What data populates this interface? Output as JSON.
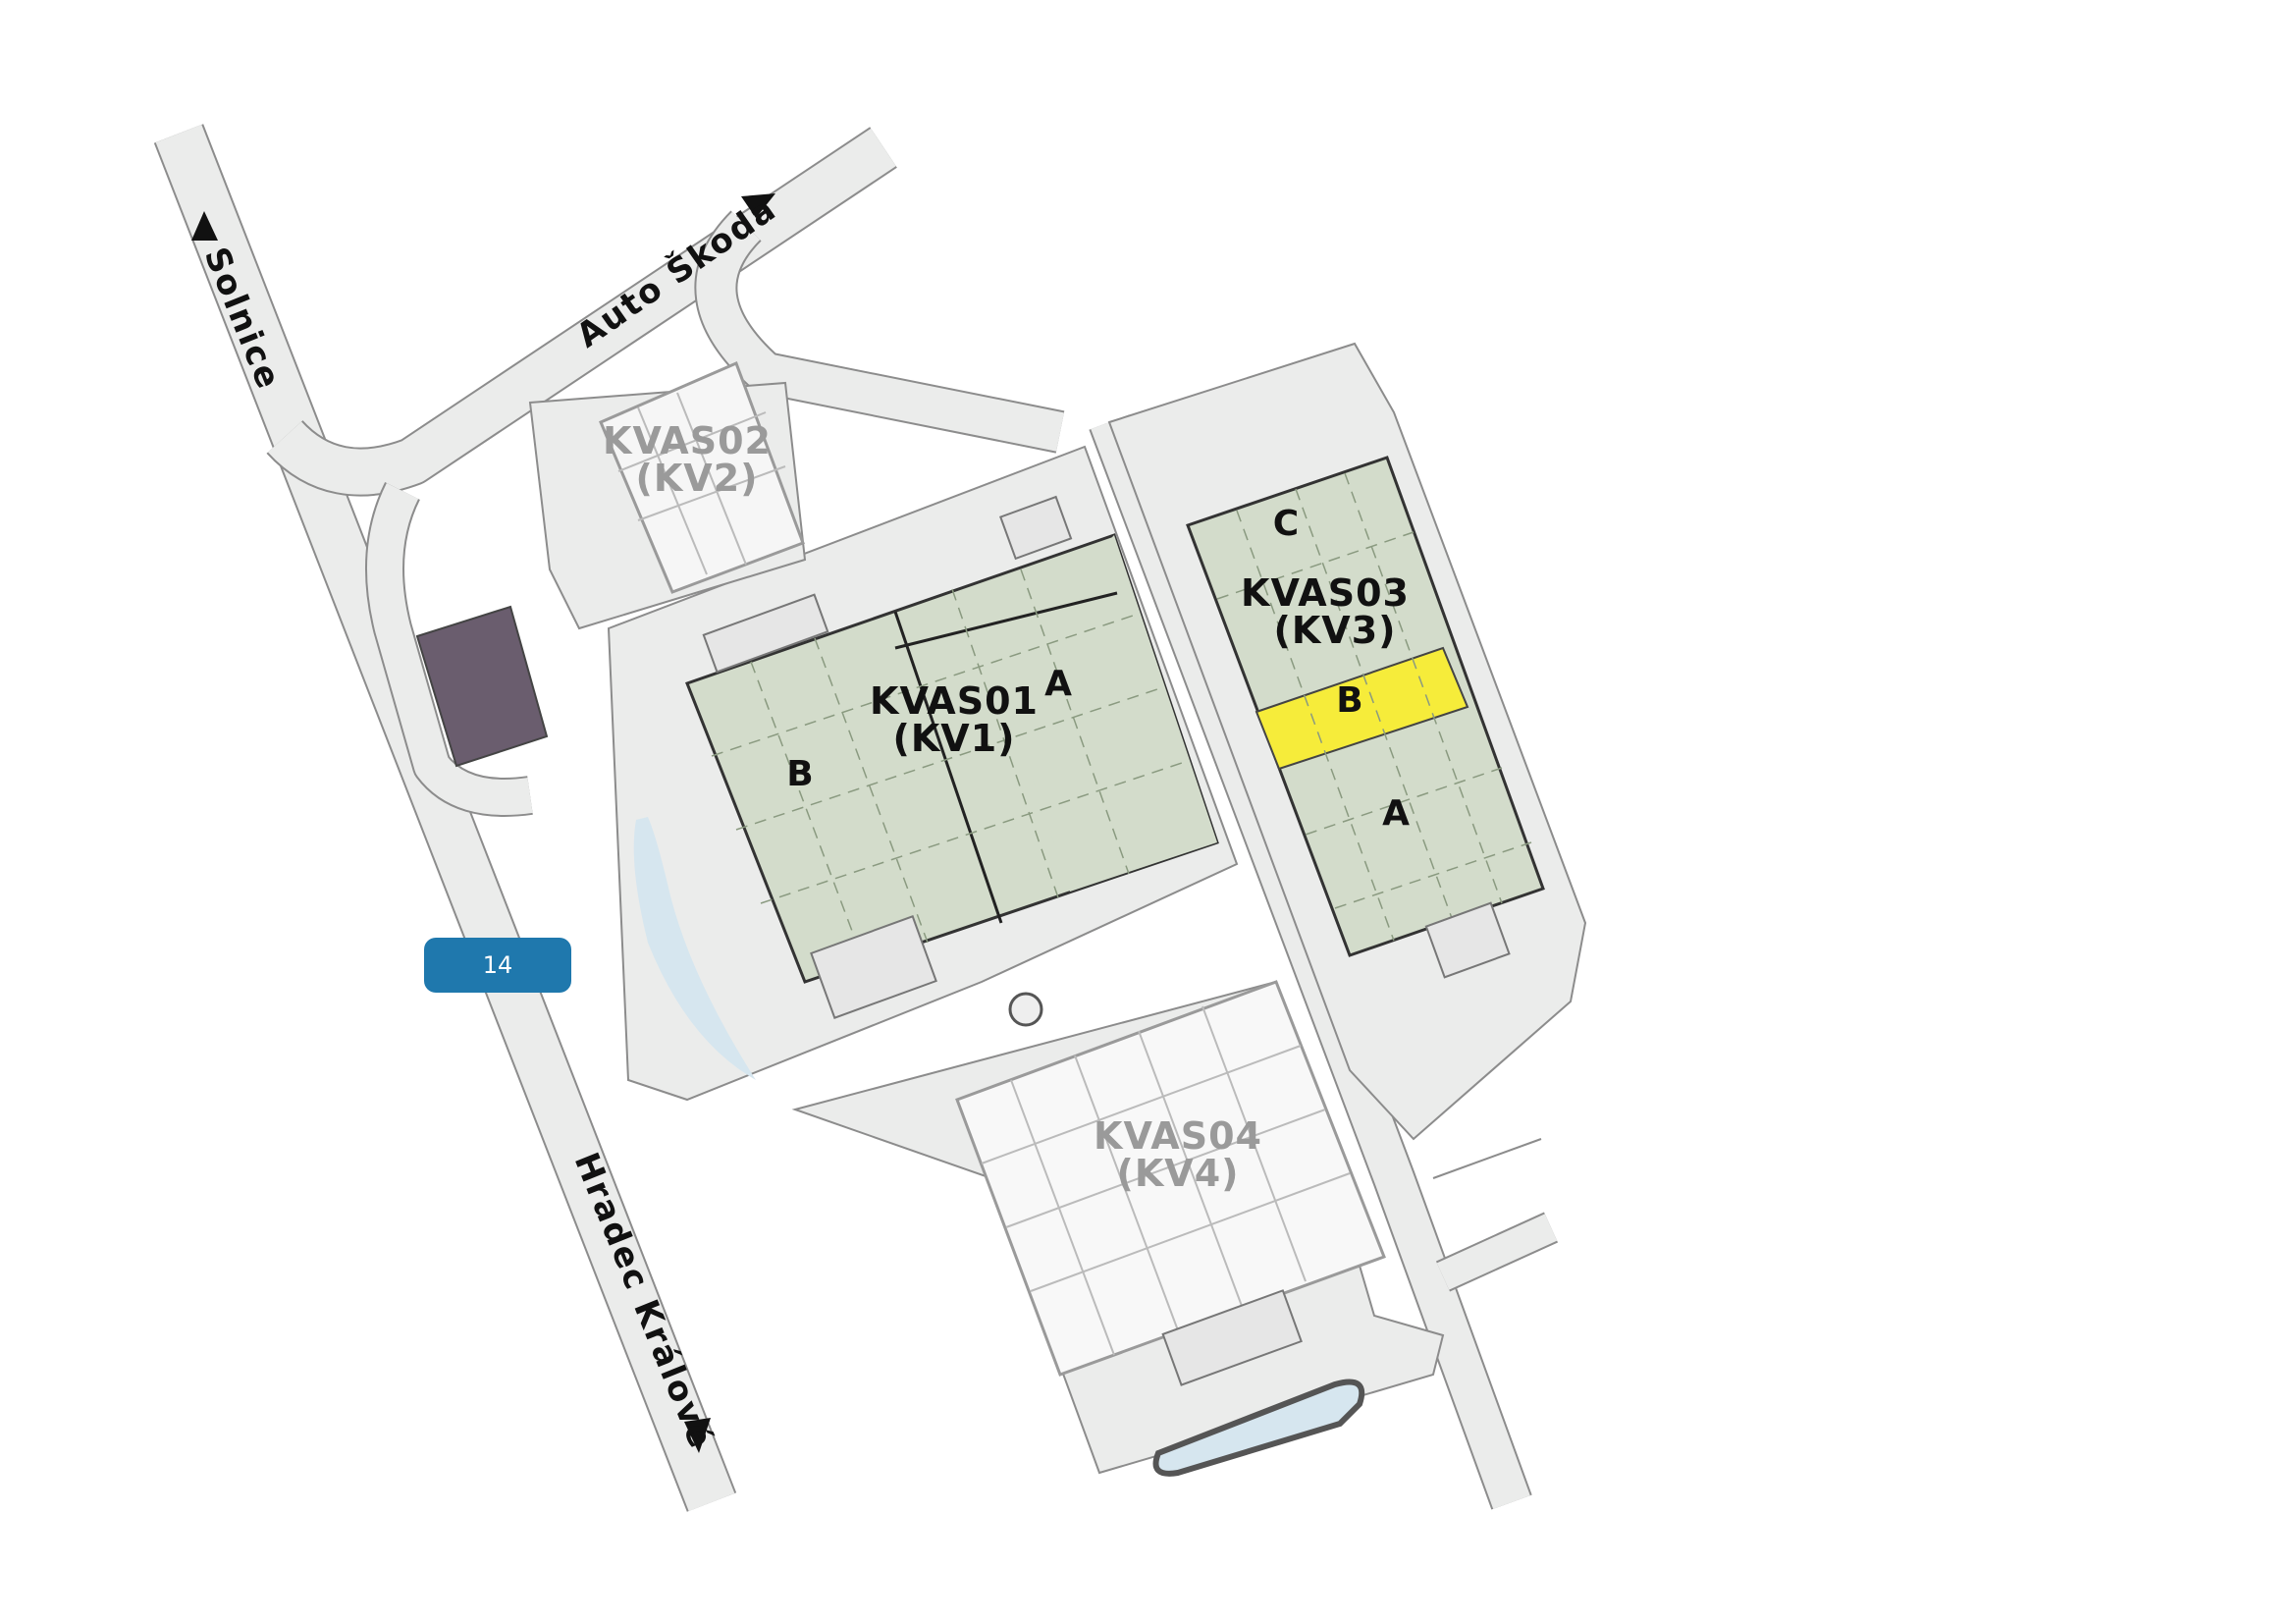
{
  "roads": {
    "solnice": "Solnice",
    "auto_skoda": "Auto Škoda",
    "hradec_kralove": "Hradec Králové"
  },
  "buildings": {
    "kvas01": {
      "name": "KVAS01",
      "code": "(KV1)",
      "sections": [
        "A",
        "B"
      ]
    },
    "kvas02": {
      "name": "KVAS02",
      "code": "(KV2)"
    },
    "kvas03": {
      "name": "KVAS03",
      "code": "(KV3)",
      "sections": [
        "C",
        "B",
        "A"
      ],
      "highlighted_section": "B"
    },
    "kvas04": {
      "name": "KVAS04",
      "code": "(KV4)"
    }
  },
  "badge": {
    "label": "14"
  },
  "colors": {
    "road": "#ebeceb",
    "existing_building": "#d3dccb",
    "planned_building": "#f4f4f4",
    "highlight": "#f6ec3a",
    "water": "#d6e6ef",
    "dark_building": "#6a5d6e",
    "badge": "#1f78ad"
  }
}
